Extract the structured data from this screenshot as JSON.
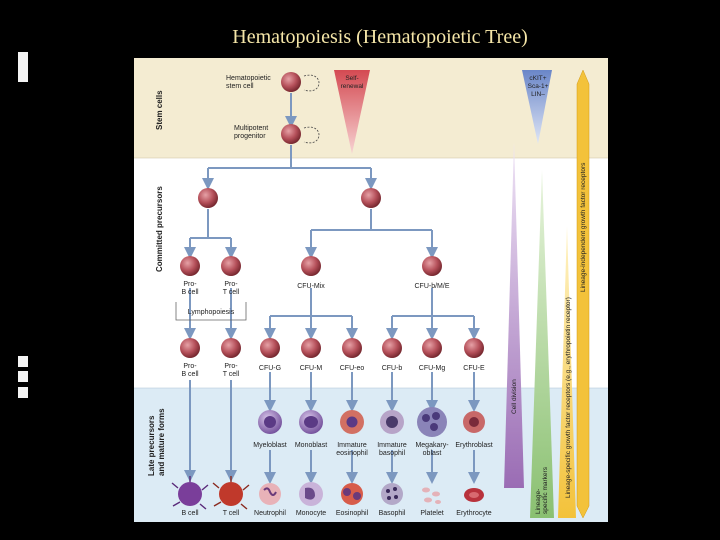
{
  "slide": {
    "title": "Hematopoiesis (Hematopoietic Tree)"
  },
  "bands": {
    "stem": "Stem cells",
    "committed": "Committed precursors",
    "late_1": "Late precursors",
    "late_2": "and mature forms"
  },
  "stem_section": {
    "hsc_1": "Hematopoietic",
    "hsc_2": "stem cell",
    "mpp_1": "Multipotent",
    "mpp_2": "progenitor"
  },
  "labels": {
    "pro_b_1": "Pro-",
    "pro_b_2": "B cell",
    "pro_t_1": "Pro-",
    "pro_t_2": "T cell",
    "cfu_mix": "CFU-Mix",
    "cfu_bme": "CFU-b/M/E",
    "lymphopoiesis": "Lymphopoiesis",
    "cfu_g": "CFU-G",
    "cfu_m": "CFU-M",
    "cfu_eo": "CFU-eo",
    "cfu_b": "CFU-b",
    "cfu_mg": "CFU-Mg",
    "cfu_e": "CFU-E"
  },
  "late_labels": {
    "myeloblast": "Myeloblast",
    "monoblast": "Monoblast",
    "imm_eos_1": "Immature",
    "imm_eos_2": "eosinophil",
    "imm_baso_1": "Immature",
    "imm_baso_2": "basophil",
    "mega_1": "Megakary-",
    "mega_2": "oblast",
    "erythroblast": "Erythroblast"
  },
  "mature_labels": {
    "b_cell": "B cell",
    "t_cell": "T cell",
    "neutrophil": "Neutrophil",
    "monocyte": "Monocyte",
    "eosinophil": "Eosinophil",
    "basophil": "Basophil",
    "platelet": "Platelet",
    "erythrocyte": "Erythrocyte"
  },
  "gradients": {
    "self_renewal_1": "Self-",
    "self_renewal_2": "renewal",
    "markers_1": "cKIT+",
    "markers_2": "Sca-1+",
    "markers_3": "LIN–",
    "cell_division": "Cell division",
    "lineage_markers_1": "Lineage-",
    "lineage_markers_2": "specific markers",
    "lineage_specific_gf": "Lineage-specific growth factor receptors (e.g., erythropoietin receptor)",
    "lineage_independent_gf": "Lineage-independent growth factor receptors"
  },
  "colors": {
    "stem_band": "#f4ecd2",
    "committed_band": "#ffffff",
    "late_band": "#dcebf5",
    "cell": "#b5505a",
    "arrow": "#7c98c0",
    "self_renewal": "#d44a52",
    "markers": "#6a86c8",
    "cell_division": "#9a6cb4",
    "lineage_markers": "#8ac071",
    "growth_factor": "#f3c23a"
  }
}
